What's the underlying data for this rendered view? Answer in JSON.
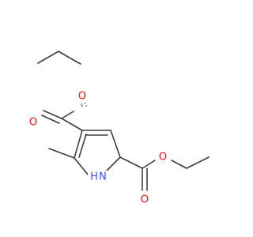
{
  "molecule": {
    "atoms": {
      "o_carbonyl_left": {
        "symbol": "O",
        "color": "#ff0d0d"
      },
      "o_ester_top": {
        "symbol": "O",
        "color": "#ff0d0d"
      },
      "o_carbonyl_right": {
        "symbol": "O",
        "color": "#ff0d0d"
      },
      "o_ester_right": {
        "symbol": "O",
        "color": "#ff0d0d"
      },
      "nitrogen": {
        "symbol": "N",
        "color": "#3050f8"
      },
      "nitrogen_h": {
        "symbol": "H",
        "color": "#3050f8"
      }
    },
    "bond_color": "#3d3d3d"
  }
}
